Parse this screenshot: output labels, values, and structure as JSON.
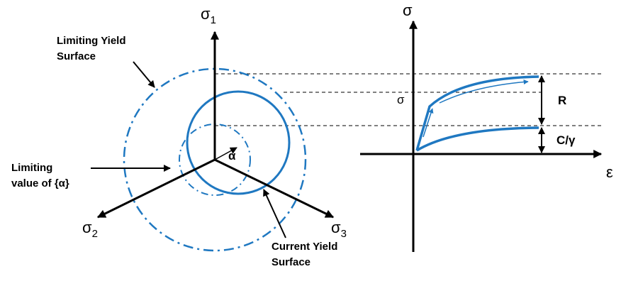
{
  "colors": {
    "accent": "#1f78c1",
    "ink": "#000000"
  },
  "stress_space": {
    "sigma_symbol": "σ",
    "sigma1_sub": "1",
    "sigma2_sub": "2",
    "sigma3_sub": "3",
    "alpha": "α",
    "limiting_surface": {
      "line1": "Limiting Yield",
      "line2": "Surface"
    },
    "limiting_alpha": {
      "line1": "Limiting",
      "line2": "value of {α}"
    },
    "current_surface": {
      "line1": "Current Yield",
      "line2": "Surface"
    }
  },
  "stress_strain": {
    "y_axis": "σ",
    "x_axis": "ε",
    "sigma_mark": "σ",
    "r_label": "R",
    "c_gamma_label": "C/γ"
  }
}
